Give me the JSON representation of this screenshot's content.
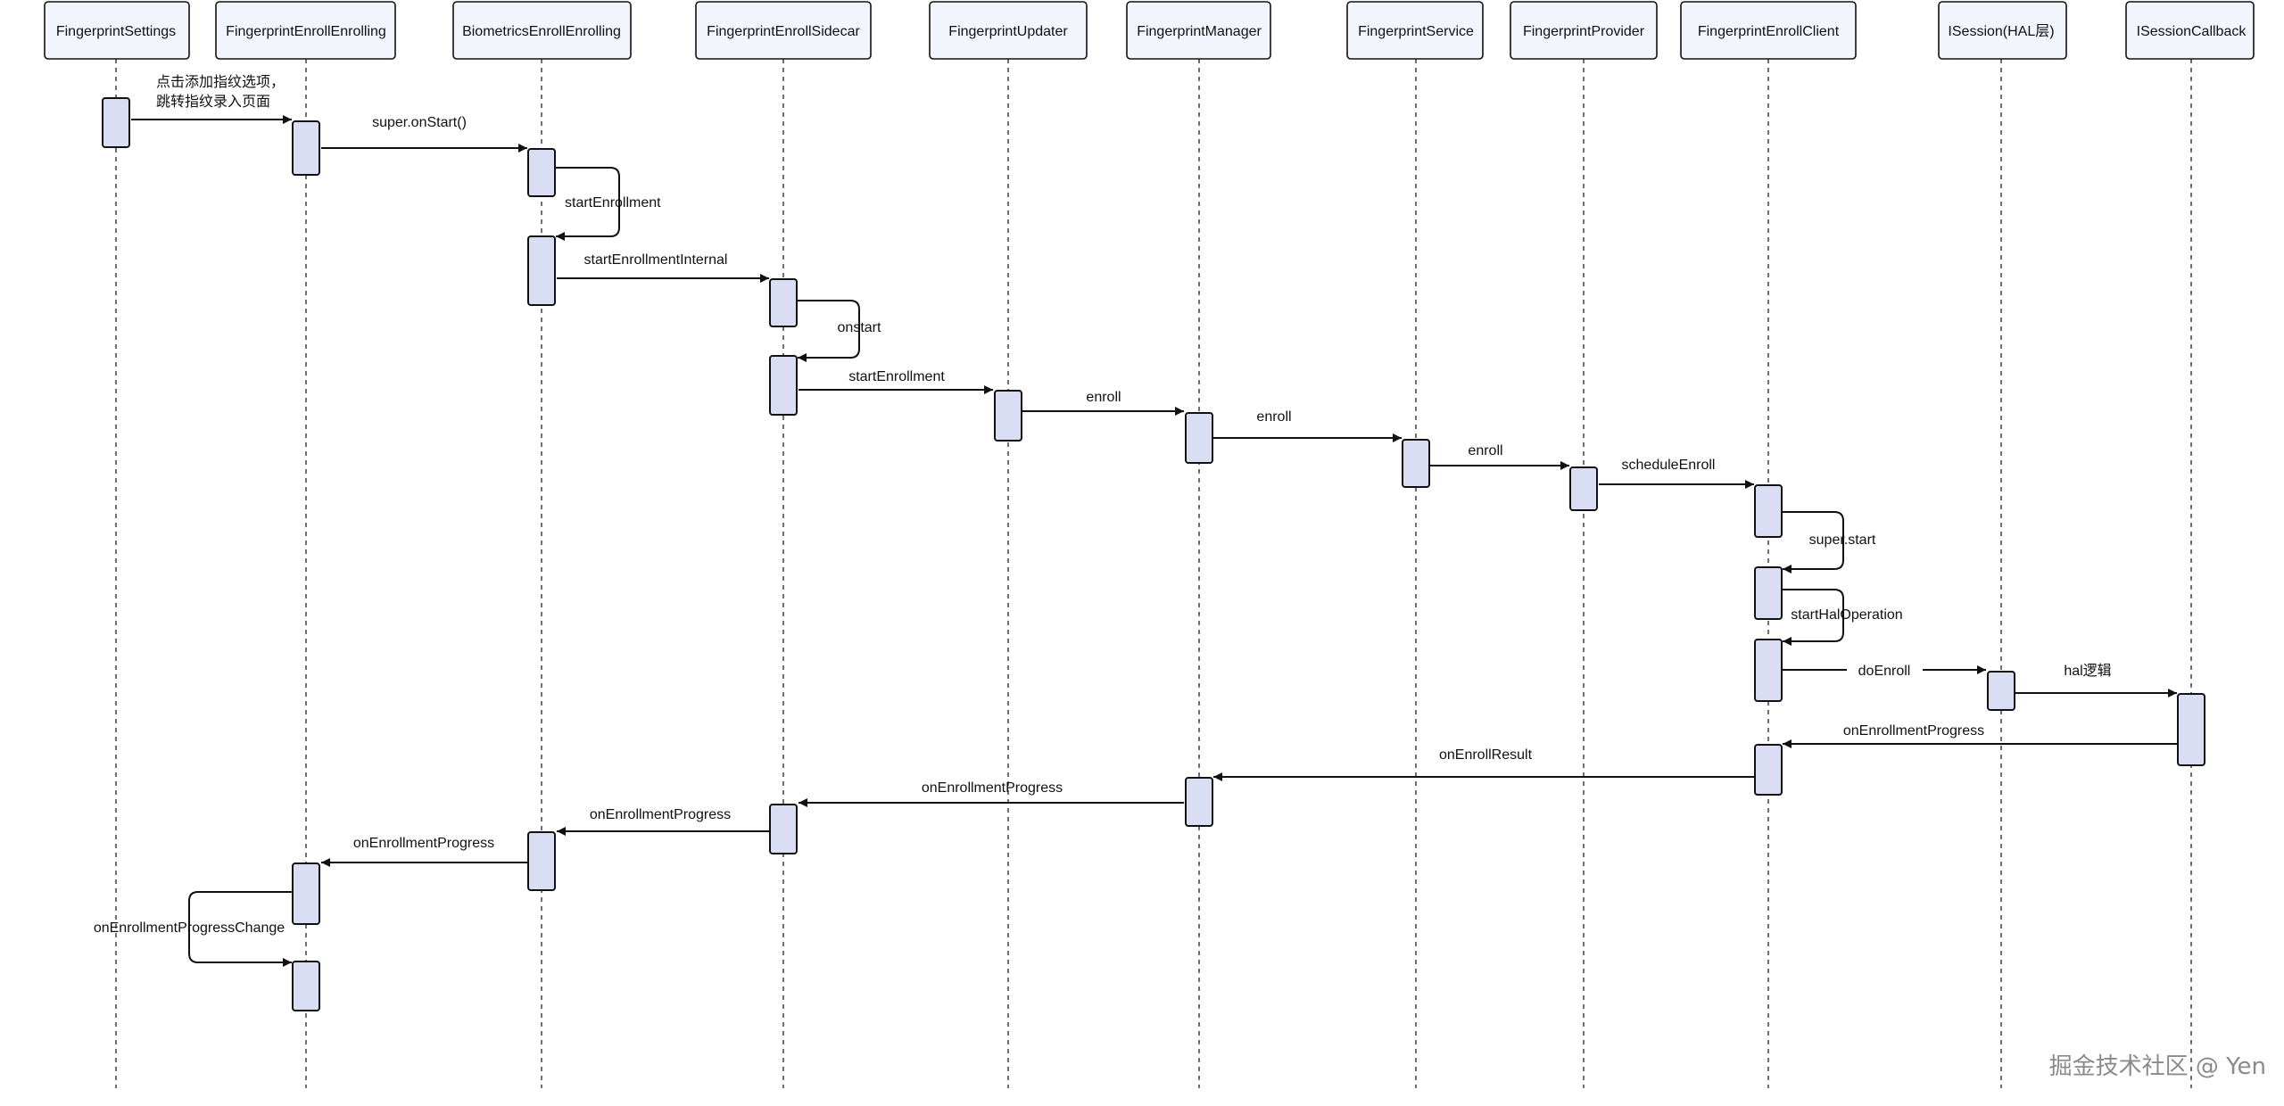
{
  "participants": [
    {
      "id": "settings",
      "label": "FingerprintSettings"
    },
    {
      "id": "enrolling",
      "label": "FingerprintEnrollEnrolling"
    },
    {
      "id": "bio",
      "label": "BiometricsEnrollEnrolling"
    },
    {
      "id": "sidecar",
      "label": "FingerprintEnrollSidecar"
    },
    {
      "id": "updater",
      "label": "FingerprintUpdater"
    },
    {
      "id": "manager",
      "label": "FingerprintManager"
    },
    {
      "id": "service",
      "label": "FingerprintService"
    },
    {
      "id": "provider",
      "label": "FingerprintProvider"
    },
    {
      "id": "client",
      "label": "FingerprintEnrollClient"
    },
    {
      "id": "session",
      "label": "ISession(HAL层)"
    },
    {
      "id": "callback",
      "label": "ISessionCallback"
    }
  ],
  "messages": [
    {
      "from": "settings",
      "to": "enrolling",
      "label": [
        "点击添加指纹选项，",
        "跳转指纹录入页面"
      ]
    },
    {
      "from": "enrolling",
      "to": "bio",
      "label": [
        "super.onStart()"
      ]
    },
    {
      "from": "bio",
      "to": "bio",
      "label": [
        "startEnrollment"
      ]
    },
    {
      "from": "bio",
      "to": "sidecar",
      "label": [
        "startEnrollmentInternal"
      ]
    },
    {
      "from": "sidecar",
      "to": "sidecar",
      "label": [
        "onstart"
      ]
    },
    {
      "from": "sidecar",
      "to": "updater",
      "label": [
        "startEnrollment"
      ]
    },
    {
      "from": "updater",
      "to": "manager",
      "label": [
        "enroll"
      ]
    },
    {
      "from": "manager",
      "to": "service",
      "label": [
        "enroll"
      ]
    },
    {
      "from": "service",
      "to": "provider",
      "label": [
        "enroll"
      ]
    },
    {
      "from": "provider",
      "to": "client",
      "label": [
        "scheduleEnroll"
      ]
    },
    {
      "from": "client",
      "to": "client",
      "label": [
        "super.start"
      ]
    },
    {
      "from": "client",
      "to": "client",
      "label": [
        "startHalOperation"
      ]
    },
    {
      "from": "client",
      "to": "session",
      "label": [
        "doEnroll"
      ]
    },
    {
      "from": "session",
      "to": "callback",
      "label": [
        "hal逻辑"
      ]
    },
    {
      "from": "callback",
      "to": "client",
      "label": [
        "onEnrollmentProgress"
      ]
    },
    {
      "from": "client",
      "to": "manager",
      "label": [
        "onEnrollResult"
      ]
    },
    {
      "from": "manager",
      "to": "sidecar",
      "label": [
        "onEnrollmentProgress"
      ]
    },
    {
      "from": "sidecar",
      "to": "bio",
      "label": [
        "onEnrollmentProgress"
      ]
    },
    {
      "from": "bio",
      "to": "enrolling",
      "label": [
        "onEnrollmentProgress"
      ]
    },
    {
      "from": "enrolling",
      "to": "enrolling",
      "label": [
        "onEnrollmentProgressChange"
      ]
    }
  ],
  "watermark": "掘金技术社区 @ Yen",
  "colors": {
    "activation_fill": "#d9def5",
    "header_fill": "#f3f5fc",
    "stroke": "#111111"
  }
}
